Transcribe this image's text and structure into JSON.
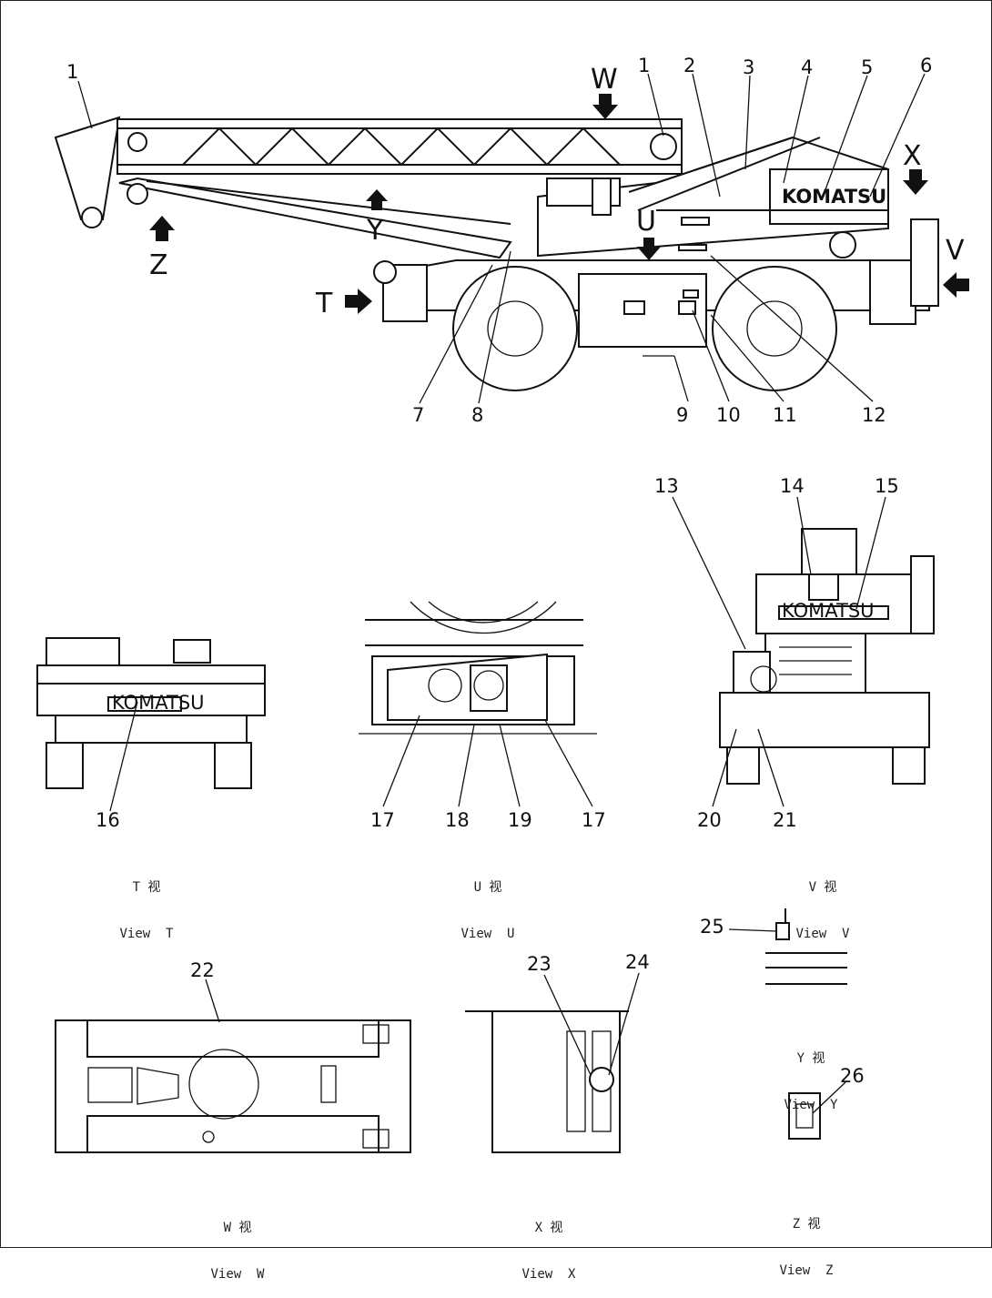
{
  "views": {
    "T": {
      "letter": "T",
      "cjk": "T 视",
      "label": "View  T"
    },
    "U": {
      "letter": "U",
      "cjk": "U 视",
      "label": "View  U"
    },
    "V": {
      "letter": "V",
      "cjk": "V 视",
      "label": "View  V"
    },
    "W": {
      "letter": "W",
      "cjk": "W 视",
      "label": "View  W"
    },
    "X": {
      "letter": "X",
      "cjk": "X 视",
      "label": "View  X"
    },
    "Y": {
      "letter": "Y",
      "cjk": "Y 视",
      "label": "View  Y"
    },
    "Z": {
      "letter": "Z",
      "cjk": "Z 视",
      "label": "View  Z"
    }
  },
  "callouts": {
    "c1a": "1",
    "c1b": "1",
    "c2": "2",
    "c3": "3",
    "c4": "4",
    "c5": "5",
    "c6": "6",
    "c7": "7",
    "c8": "8",
    "c9": "9",
    "c10": "10",
    "c11": "11",
    "c12": "12",
    "c13": "13",
    "c14": "14",
    "c15": "15",
    "c16": "16",
    "c17a": "17",
    "c18": "18",
    "c19": "19",
    "c17b": "17",
    "c20": "20",
    "c21": "21",
    "c22": "22",
    "c23": "23",
    "c24": "24",
    "c25": "25",
    "c26": "26"
  },
  "decals": {
    "side_brand": "KOMATSU",
    "view_t_brand": "KOMATSU",
    "view_v_brand": "KOMATSU"
  },
  "colors": {
    "line": "#111111",
    "background": "#ffffff"
  }
}
